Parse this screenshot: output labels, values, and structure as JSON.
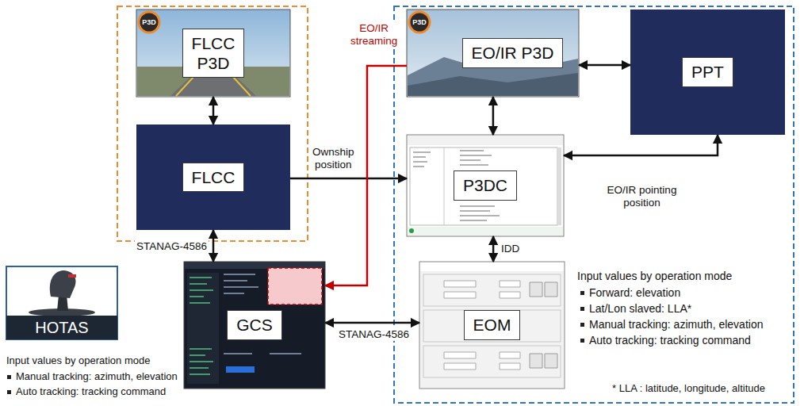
{
  "diagram": {
    "nodes": [
      {
        "text": [
          "P3D",
          "FLCC P3D"
        ]
      },
      {
        "text": [
          "FLCC"
        ]
      },
      {
        "text": [
          "P3D",
          "EO/IR P3D"
        ]
      },
      {
        "text": [
          "PPT"
        ]
      },
      {
        "text": [
          "P3DC"
        ]
      },
      {
        "text": [
          "GCS"
        ]
      },
      {
        "text": [
          "EOM"
        ]
      },
      {
        "text": [
          "HOTAS"
        ]
      }
    ],
    "edges": [
      {
        "from": 0,
        "to": 1,
        "arrow": "both"
      },
      {
        "from": 1,
        "to": 5,
        "label": "STANAG-4586",
        "arrow": "both"
      },
      {
        "from": 1,
        "to": 4,
        "label": "Ownship position",
        "arrow": "to"
      },
      {
        "from": 2,
        "to": 3,
        "arrow": "both"
      },
      {
        "from": 2,
        "to": 4,
        "arrow": "both"
      },
      {
        "from": 3,
        "to": 4,
        "label": "EO/IR pointing position",
        "arrow": "both"
      },
      {
        "from": 4,
        "to": 6,
        "label": "IDD",
        "arrow": "both"
      },
      {
        "from": 5,
        "to": 6,
        "label": "STANAG-4586",
        "arrow": "both"
      },
      {
        "from": 2,
        "to": 5,
        "label": "EO/IR streaming",
        "arrow": "to"
      }
    ],
    "labels": [
      "Input values by operation mode",
      "Forward: elevation",
      "Lat/Lon slaved: LLA*",
      "Manual tracking: azimuth, elevation",
      "Auto tracking: tracking command",
      "Input values by operation mode",
      "Manual tracking: azimuth, elevation",
      "Auto tracking: tracking command",
      "* LLA : latitude, longitude, altitude"
    ]
  }
}
